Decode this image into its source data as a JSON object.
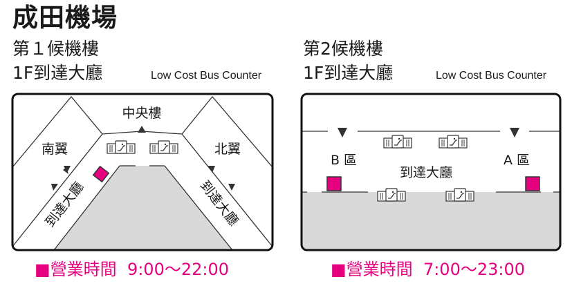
{
  "title": "成田機場",
  "terminal1": {
    "name": "第１候機樓",
    "floor": "1F到達大廳",
    "counter": "Low Cost Bus Counter",
    "areas": {
      "central": "中央樓",
      "south": "南翼",
      "north": "北翼",
      "arrival_left": "到達大廳",
      "arrival_right": "到達大廳"
    },
    "hours_marker": "■",
    "hours_label": "營業時間",
    "hours": "9:00～22:00"
  },
  "terminal2": {
    "name": "第2候機樓",
    "floor": "1F到達大廳",
    "counter": "Low Cost Bus Counter",
    "areas": {
      "zone_b": "B 區",
      "zone_a": "A 區",
      "arrival": "到達大廳"
    },
    "hours_marker": "■",
    "hours_label": "營業時間",
    "hours": "7:00～23:00"
  },
  "colors": {
    "accent": "#e4007f",
    "floor_gray": "#d9d9d9",
    "line": "#333333",
    "border": "#111111"
  },
  "icons": [
    "escalator-icon",
    "direction-arrow-icon",
    "counter-marker-icon"
  ]
}
